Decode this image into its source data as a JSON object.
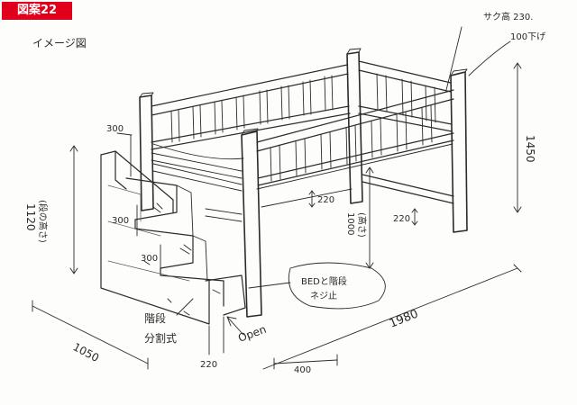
{
  "badge": "図案22",
  "image_label": "イメージ図",
  "dimensions": {
    "guard_height": "サク高 230.",
    "under_floor": "100下げ",
    "total_height": "1450",
    "step_riser_top": "300",
    "step_riser_mid": "300",
    "step_riser_low": "300",
    "stair_height": "1120",
    "stair_height_note": "(段の高さ)",
    "clearance_front": "220",
    "clearance_rear": "220",
    "under_height": "1000",
    "under_height_note": "(高さ)",
    "length": "1980",
    "width": "1050",
    "stair_width": "400",
    "bottom_step": "220"
  },
  "notes": {
    "stairs": "階段",
    "stairs_note": "分割式",
    "open": "Open",
    "bed_screw": "BEDと階段",
    "bed_screw_2": "ネジ止"
  }
}
